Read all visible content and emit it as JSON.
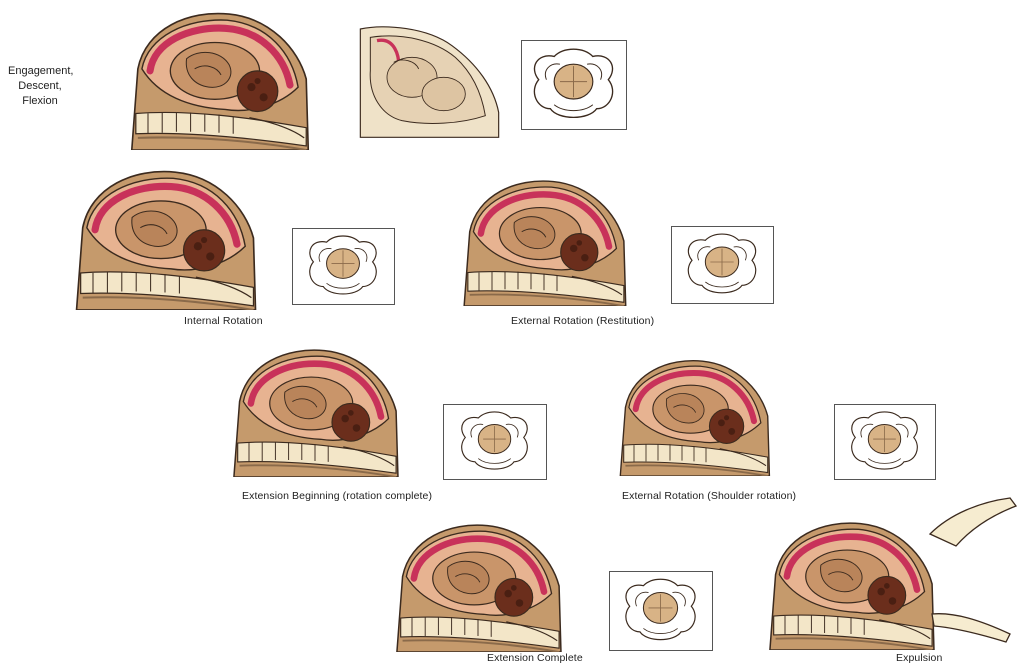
{
  "stages": [
    {
      "id": "engagement",
      "label_lines": [
        "Engagement,",
        "Descent,",
        "Flexion"
      ]
    },
    {
      "id": "internal-rotation",
      "label": "Internal Rotation"
    },
    {
      "id": "external-rotation-restitution",
      "label": "External Rotation (Restitution)"
    },
    {
      "id": "extension-beginning",
      "label": "Extension Beginning (rotation complete)"
    },
    {
      "id": "external-rotation-shoulder",
      "label": "External Rotation (Shoulder rotation)"
    },
    {
      "id": "extension-complete",
      "label": "Extension Complete"
    },
    {
      "id": "expulsion",
      "label": "Expulsion"
    }
  ],
  "colors": {
    "skin": "#d9b48a",
    "skin_dark": "#b88a5c",
    "uterus": "#c8325a",
    "flesh": "#e8a98a",
    "bone": "#f3e6c8",
    "hair": "#5a2a1a",
    "outline": "#3b2a1e"
  }
}
